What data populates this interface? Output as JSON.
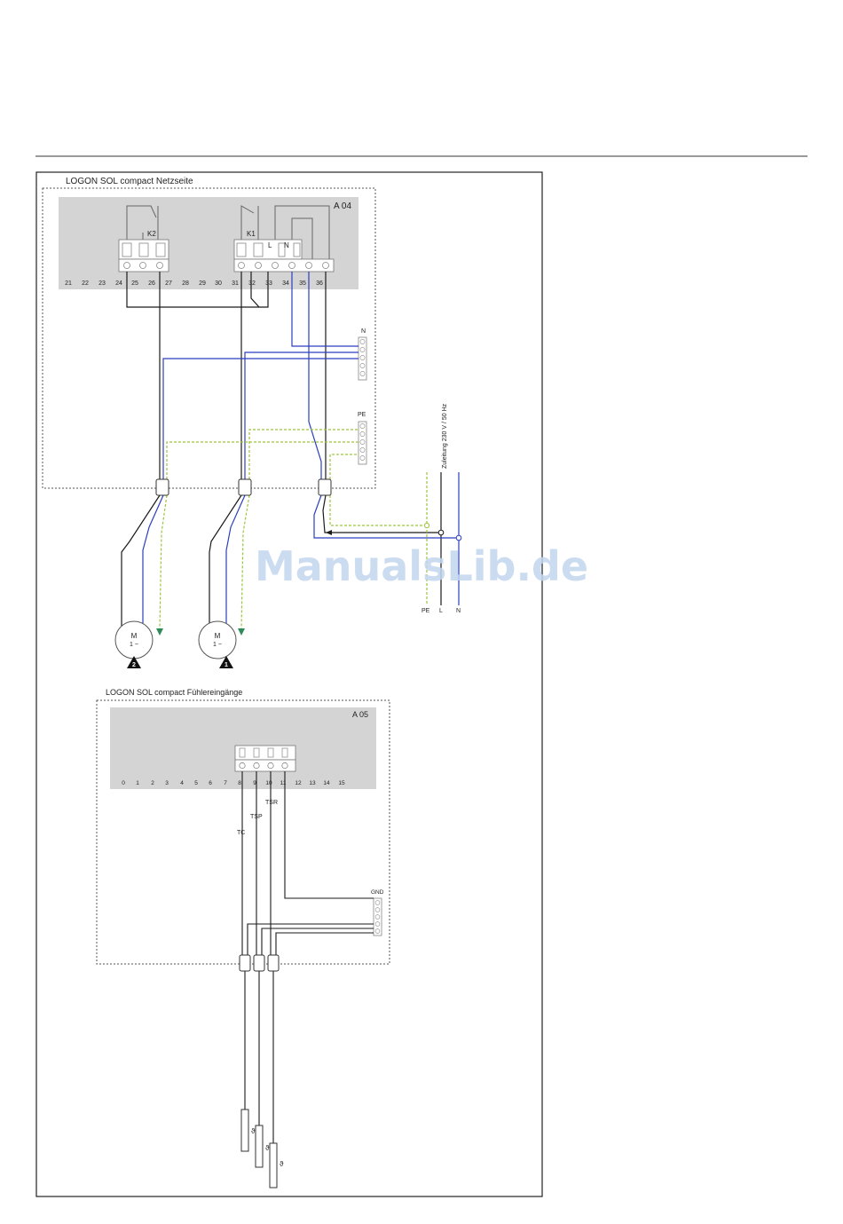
{
  "diagram": {
    "top_section": {
      "title": "LOGON SOL compact Netzseite",
      "board_label": "A 04",
      "terminal_numbers": [
        "21",
        "22",
        "23",
        "24",
        "25",
        "26",
        "27",
        "28",
        "29",
        "30",
        "31",
        "32",
        "33",
        "34",
        "35",
        "36"
      ],
      "relay_k2": "K2",
      "relay_k1": "K1",
      "relay_l": "L",
      "relay_n": "N",
      "bus_n": "N",
      "bus_pe": "PE",
      "supply_label": "Zuleitung 230 V / 50 Hz",
      "supply_terms": [
        "PE",
        "L",
        "N"
      ],
      "motors": [
        {
          "line1": "M",
          "line2": "1 ~",
          "marker": "2"
        },
        {
          "line1": "M",
          "line2": "1 ~",
          "marker": "1"
        }
      ]
    },
    "bottom_section": {
      "title": "LOGON SOL compact Fühlereingänge",
      "board_label": "A 05",
      "terminal_numbers": [
        "0",
        "1",
        "2",
        "3",
        "4",
        "5",
        "6",
        "7",
        "8",
        "9",
        "10",
        "11",
        "12",
        "13",
        "14",
        "15"
      ],
      "sensor_labels": [
        "TC",
        "TSP",
        "TSR"
      ],
      "bus_gnd": "GND",
      "sensor_symbol": "ϑ"
    },
    "watermark": "ManualsLib.de",
    "colors": {
      "line": "#1a1a1a",
      "neutral_blue": "#2a3fbf",
      "earth_green": "#9cc43b",
      "board_gray": "#d4d4d4"
    }
  }
}
